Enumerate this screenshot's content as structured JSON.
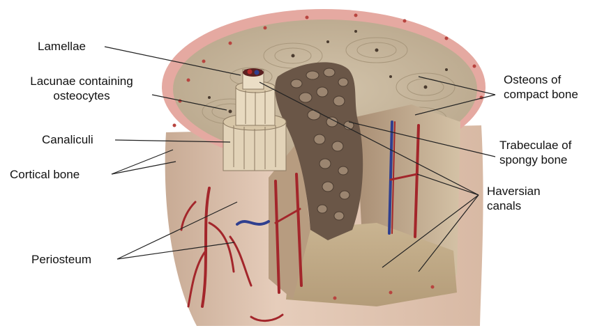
{
  "labels": {
    "lamellae": "Lamellae",
    "lacunae_line1": "Lacunae containing",
    "lacunae_line2": "osteocytes",
    "canaliculi": "Canaliculi",
    "cortical_bone": "Cortical bone",
    "periosteum": "Periosteum",
    "osteons_line1": "Osteons of",
    "osteons_line2": "compact bone",
    "trabeculae_line1": "Trabeculae of",
    "trabeculae_line2": "spongy bone",
    "haversian_line1": "Haversian",
    "haversian_line2": "canals"
  },
  "colors": {
    "bone_outer": "#e8cfc0",
    "bone_pink_rim": "#e6a7a0",
    "compact_top": "#c9b9a1",
    "spongy": "#6b5849",
    "cut_face": "#cbb89c",
    "vessel_red": "#a3262b",
    "vessel_blue": "#2f3f8f",
    "text": "#111111",
    "leader": "#222222"
  }
}
